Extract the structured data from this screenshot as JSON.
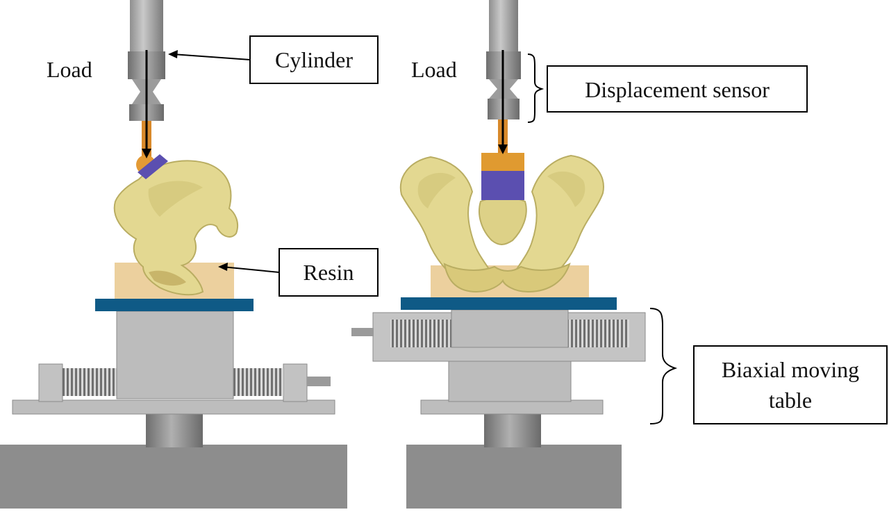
{
  "labels": {
    "load_left": "Load",
    "load_right": "Load",
    "cylinder": "Cylinder",
    "displacement_sensor": "Displacement sensor",
    "resin": "Resin",
    "biaxial_line1": "Biaxial moving",
    "biaxial_line2": "table"
  },
  "colors": {
    "bone": "#e6dd9a",
    "bone_shadow": "#c9bd6c",
    "resin": "#eccf9c",
    "plate": "#0f5a86",
    "metal": "#b5b5b5",
    "metal_dark": "#8a8a8a",
    "base": "#8c8c8c",
    "orange": "#e09a30",
    "blue_block": "#5b4fb0"
  }
}
